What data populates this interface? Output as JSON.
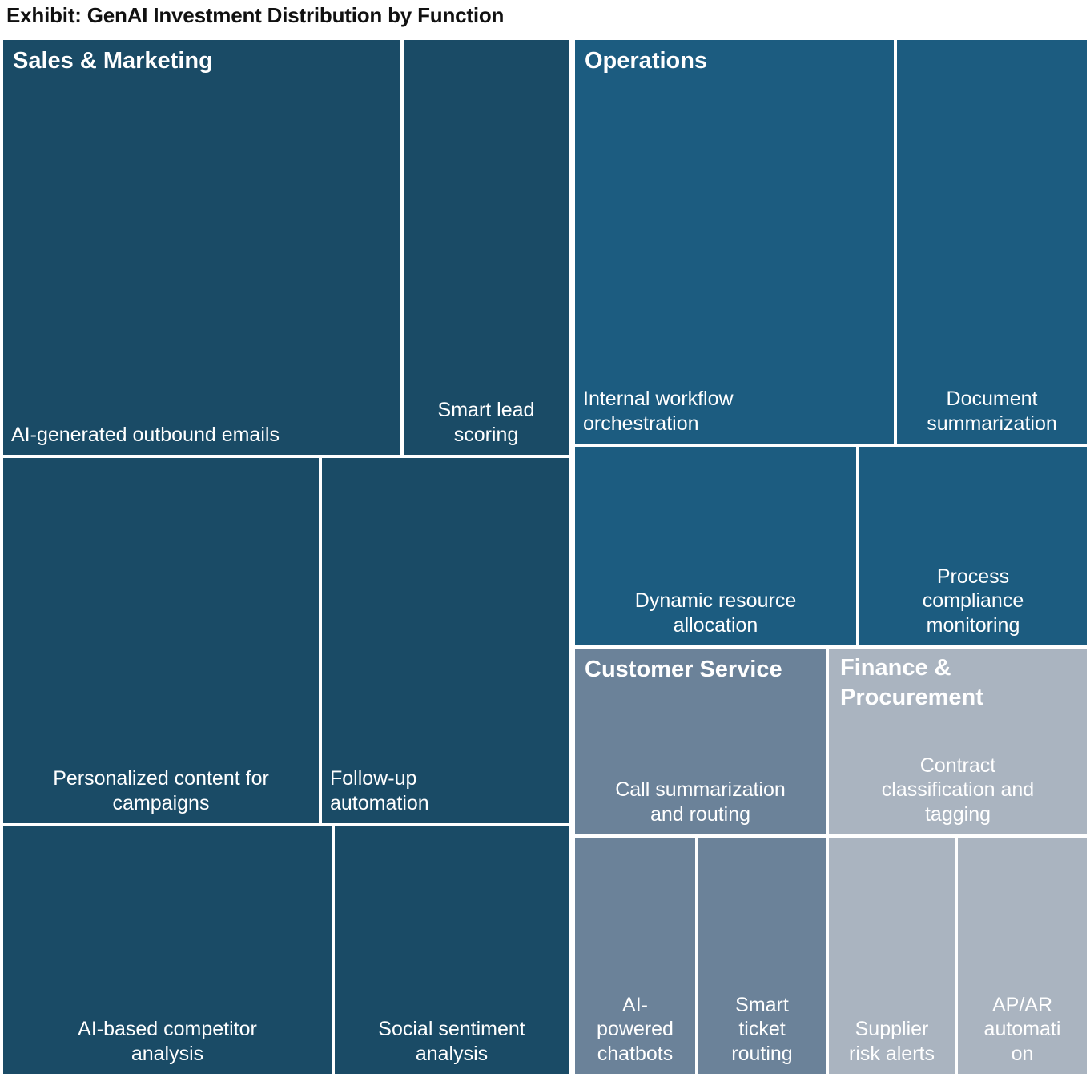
{
  "title": "Exhibit: GenAI Investment Distribution by Function",
  "colors": {
    "sales_marketing": "#1a4b66",
    "operations": "#1c5c80",
    "customer_service": "#6b8299",
    "finance_procurement": "#aab4c0",
    "background": "#ffffff",
    "title_text": "#111111",
    "tile_text": "#ffffff"
  },
  "chart_data": {
    "type": "treemap",
    "title": "Exhibit: GenAI Investment Distribution by Function",
    "xlabel": "",
    "ylabel": "",
    "legend": "none",
    "grid": false,
    "groups": [
      {
        "name": "Sales & Marketing",
        "color": "#1a4b66",
        "value": 38,
        "children": [
          {
            "label": "AI-generated outbound emails",
            "value": 11
          },
          {
            "label": "Smart lead scoring",
            "value": 4
          },
          {
            "label": "Personalized content for campaigns",
            "value": 9
          },
          {
            "label": "Follow-up automation",
            "value": 8
          },
          {
            "label": "AI-based competitor analysis",
            "value": 4
          },
          {
            "label": "Social sentiment analysis",
            "value": 3
          }
        ]
      },
      {
        "name": "Operations",
        "color": "#1c5c80",
        "value": 27,
        "children": [
          {
            "label": "Internal workflow orchestration",
            "value": 11
          },
          {
            "label": "Document summarization",
            "value": 6
          },
          {
            "label": "Dynamic resource allocation",
            "value": 6
          },
          {
            "label": "Process compliance monitoring",
            "value": 4
          }
        ]
      },
      {
        "name": "Customer Service",
        "color": "#6b8299",
        "value": 12,
        "children": [
          {
            "label": "Call summarization and routing",
            "value": 6
          },
          {
            "label": "AI-powered chatbots",
            "value": 3
          },
          {
            "label": "Smart ticket routing",
            "value": 3
          }
        ]
      },
      {
        "name": "Finance & Procurement",
        "color": "#aab4c0",
        "value": 11,
        "children": [
          {
            "label": "Contract classification and tagging",
            "value": 5
          },
          {
            "label": "Supplier risk alerts",
            "value": 3
          },
          {
            "label": "AP/AR automation",
            "value": 3
          }
        ]
      }
    ]
  },
  "tiles": {
    "sales_header": "Sales & Marketing",
    "outbound_emails": "AI-generated outbound emails",
    "lead_scoring": "Smart lead\nscoring",
    "personalized_content": "Personalized content for\ncampaigns",
    "followup_automation": "Follow-up\nautomation",
    "competitor_analysis": "AI-based competitor\nanalysis",
    "sentiment_analysis": "Social sentiment\nanalysis",
    "ops_header": "Operations",
    "workflow_orchestration": "Internal workflow\norchestration",
    "document_summarization": "Document\nsummarization",
    "resource_allocation": "Dynamic resource\nallocation",
    "compliance_monitoring": "Process\ncompliance\nmonitoring",
    "cs_header": "Customer Service",
    "call_summarization": "Call summarization\nand routing",
    "chatbots": "AI-\npowered\nchatbots",
    "ticket_routing": "Smart\nticket\nrouting",
    "fin_header": "Finance &\nProcurement",
    "contract_classification": "Contract\nclassification and\ntagging",
    "supplier_risk": "Supplier\nrisk alerts",
    "apar_automation": "AP/AR\nautomati\non"
  }
}
